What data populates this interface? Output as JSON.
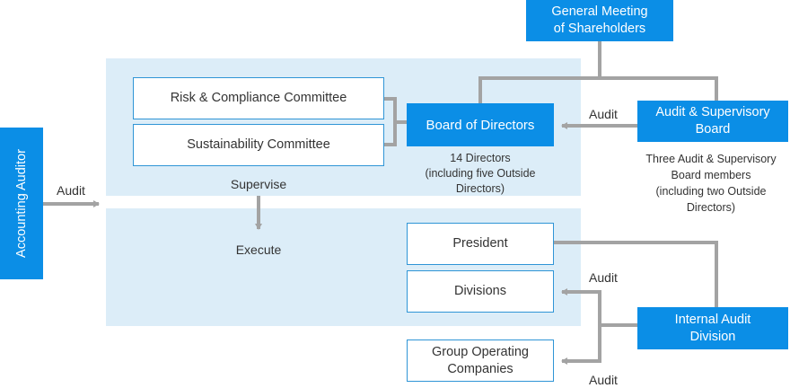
{
  "nodes": {
    "gms": "General Meeting\nof Shareholders",
    "board": "Board of Directors",
    "asb": "Audit & Supervisory\nBoard",
    "risk": "Risk & Compliance Committee",
    "sust": "Sustainability Committee",
    "accounting": "Accounting Auditor",
    "president": "President",
    "divisions": "Divisions",
    "internal": "Internal Audit\nDivision",
    "group": "Group Operating\nCompanies"
  },
  "notes": {
    "board_members": "14 Directors\n(including five Outside\nDirectors)",
    "asb_members": "Three Audit & Supervisory\nBoard members\n(including two Outside\nDirectors)"
  },
  "labels": {
    "audit_asb": "Audit",
    "audit_accounting": "Audit",
    "supervise": "Supervise",
    "execute": "Execute",
    "audit_internal_top": "Audit",
    "audit_internal_bottom": "Audit"
  },
  "colors": {
    "accent": "#0b8ee6",
    "panel": "#dcedf8",
    "connector": "#a3a3a3",
    "border": "#2f95d6"
  }
}
